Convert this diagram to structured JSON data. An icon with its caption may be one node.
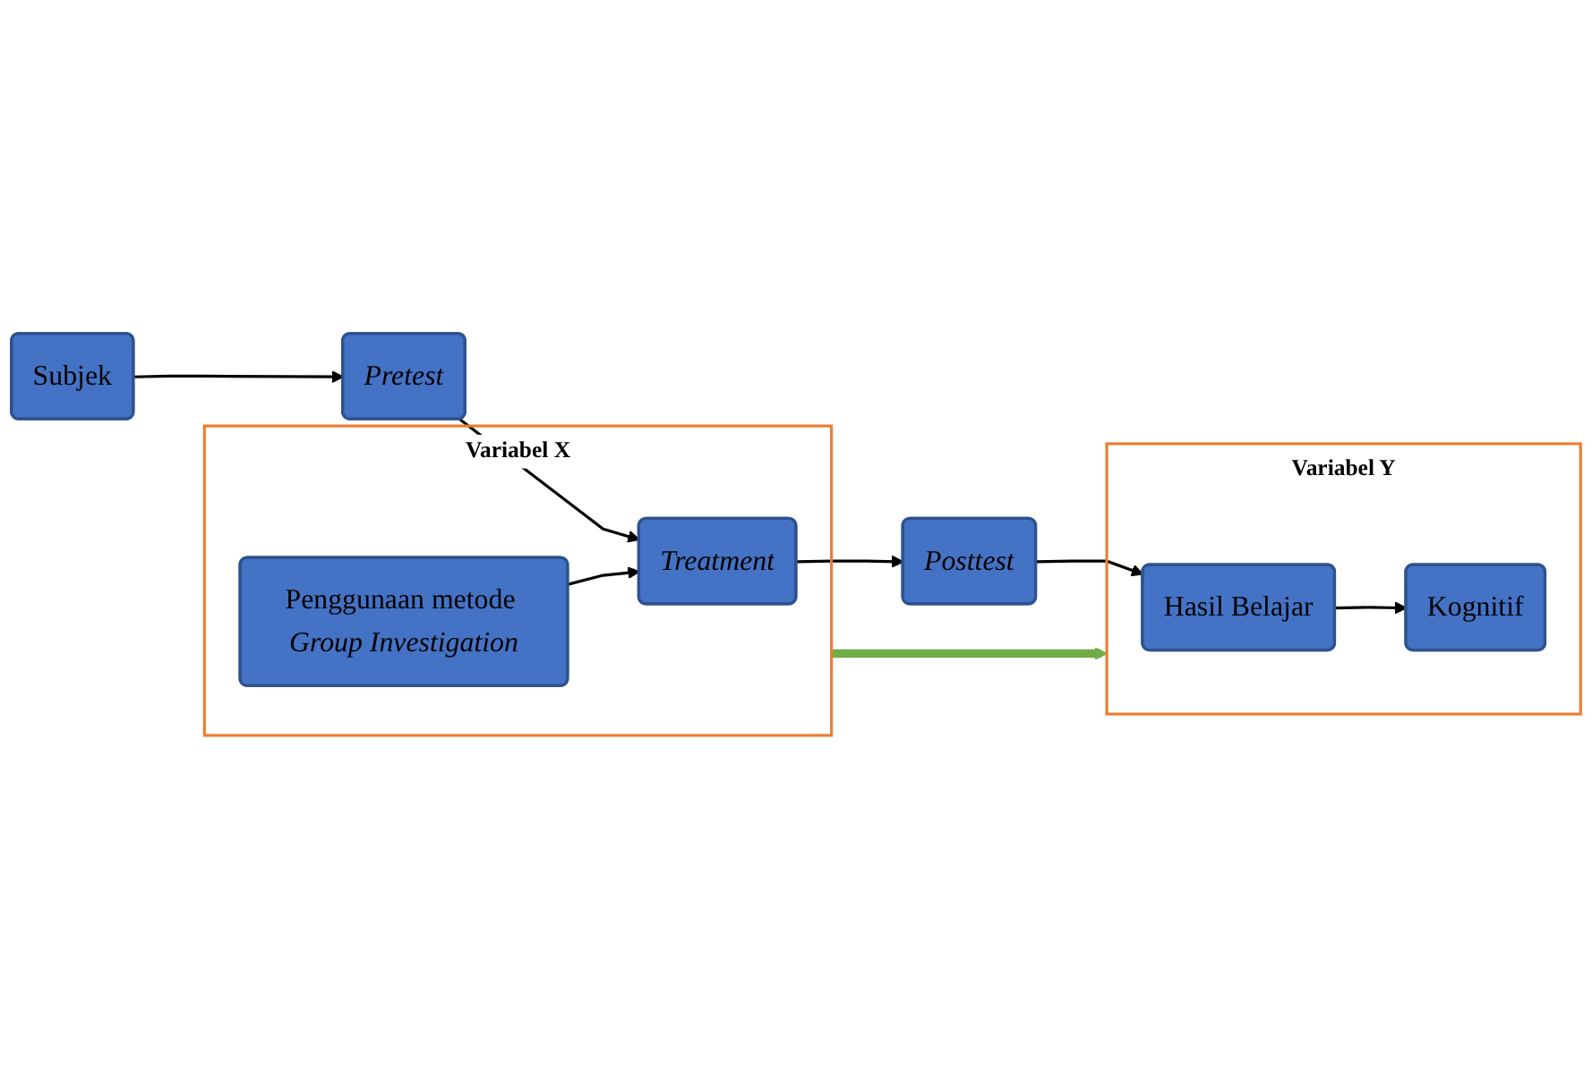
{
  "diagram": {
    "nodes": [
      {
        "text": [
          "Variabel X"
        ]
      },
      {
        "text": [
          "Penggunaan metode *Group Investigation*"
        ],
        "in": 0
      },
      {
        "text": [
          "Treatment"
        ],
        "in": 0
      },
      {
        "text": [
          "Subjek"
        ]
      },
      {
        "text": [
          "Pretest"
        ]
      },
      {
        "text": [
          "Posttest"
        ]
      },
      {
        "text": [
          "Variabel Y"
        ]
      },
      {
        "text": [
          "Hasil Belajar"
        ],
        "in": 6
      },
      {
        "text": [
          "Kognitif"
        ],
        "in": 6
      }
    ],
    "edges": [
      {
        "from": 3,
        "to": 4,
        "arrow": "to"
      },
      {
        "from": 4,
        "to": 2,
        "arrow": "to"
      },
      {
        "from": 1,
        "to": 2,
        "arrow": "to"
      },
      {
        "from": 2,
        "to": 5,
        "arrow": "to"
      },
      {
        "from": 5,
        "to": 7,
        "arrow": "to"
      },
      {
        "from": 7,
        "to": 8,
        "arrow": "to"
      },
      {
        "from": 0,
        "to": 6,
        "arrow": "to",
        "style": "thick",
        "color": "#70ad47"
      }
    ]
  }
}
